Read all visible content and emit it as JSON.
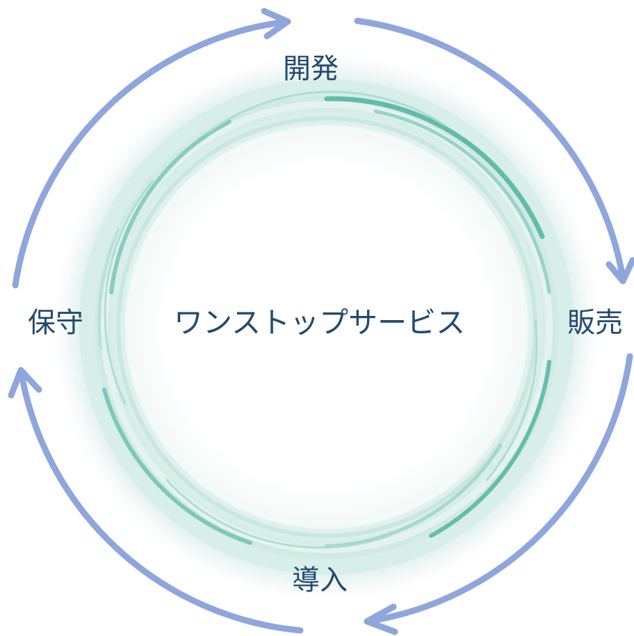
{
  "diagram": {
    "center_label": "ワンストップサービス",
    "stages": {
      "top": "開発",
      "right": "販売",
      "bottom": "導入",
      "left": "保守"
    },
    "colors": {
      "arrow": "#8ea6dc",
      "text": "#234a6e",
      "ring_teal": "#3fae9a",
      "ring_light": "#d8efea"
    },
    "icons": {
      "cycle_arrows": "clockwise-arrow-icon"
    }
  }
}
